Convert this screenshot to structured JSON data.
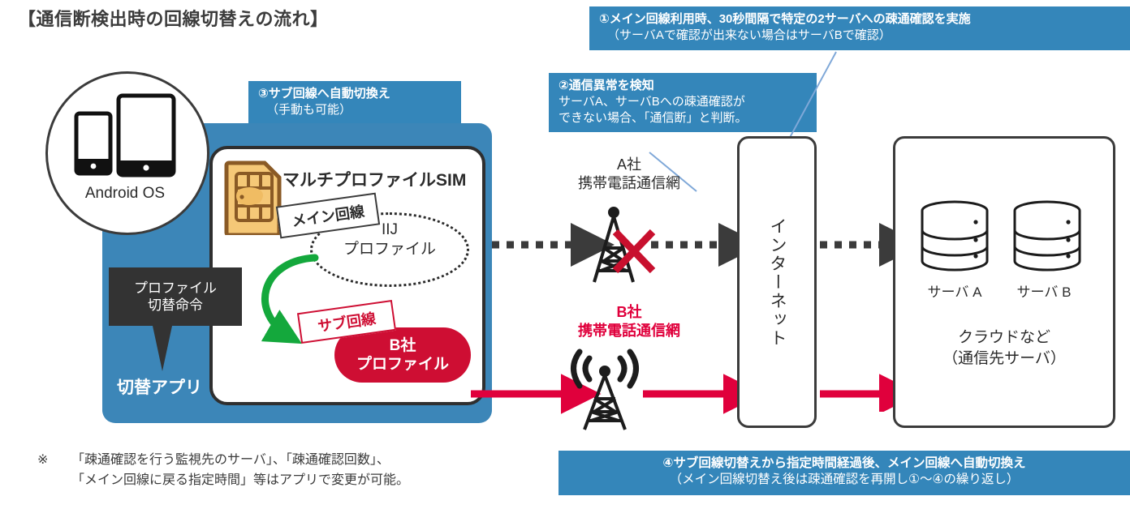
{
  "title": "【通信断検出時の回線切替えの流れ】",
  "colors": {
    "callout_blue": "#3486ba",
    "panel_blue": "#3c86b8",
    "crimson": "#ce0e33",
    "red_text": "#e0003c",
    "green_arrow": "#14a83c",
    "dark": "#333333",
    "outline": "#3b3b3b"
  },
  "callouts": {
    "step1": {
      "line1": "①メイン回線利用時、30秒間隔で特定の2サーバへの疎通確認を実施",
      "line2": "（サーバAで確認が出来ない場合はサーバBで確認）"
    },
    "step2": {
      "line1": "②通信異常を検知",
      "line2": "サーバA、サーバBへの疎通確認が",
      "line3": "できない場合、「通信断」と判断。"
    },
    "step3": {
      "line1": "③サブ回線へ自動切換え",
      "line2": "（手動も可能）"
    },
    "step4": {
      "line1": "④サブ回線切替えから指定時間経過後、メイン回線へ自動切換え",
      "line2": "（メイン回線切替え後は疎通確認を再開し①～④の繰り返し）"
    }
  },
  "footnote": {
    "mark": "※",
    "line1": "「疎通確認を行う監視先のサーバ」、「疎通確認回数」、",
    "line2": "「メイン回線に戻る指定時間」等はアプリで変更が可能。"
  },
  "device": {
    "os_label": "Android OS",
    "app_label": "切替アプリ",
    "command_line1": "プロファイル",
    "command_line2": "切替命令"
  },
  "sim": {
    "label": "マルチプロファイルSIM",
    "main_tag": "メイン回線",
    "main_profile_line1": "IIJ",
    "main_profile_line2": "プロファイル",
    "sub_tag": "サブ回線",
    "sub_profile_line1": "B社",
    "sub_profile_line2": "プロファイル"
  },
  "networks": {
    "tower_a_line1": "A社",
    "tower_a_line2": "携帯電話通信網",
    "tower_b_line1": "B社",
    "tower_b_line2": "携帯電話通信網",
    "internet": "インターネット"
  },
  "cloud": {
    "server_a": "サーバ A",
    "server_b": "サーバ B",
    "caption_line1": "クラウドなど",
    "caption_line2": "（通信先サーバ）"
  }
}
